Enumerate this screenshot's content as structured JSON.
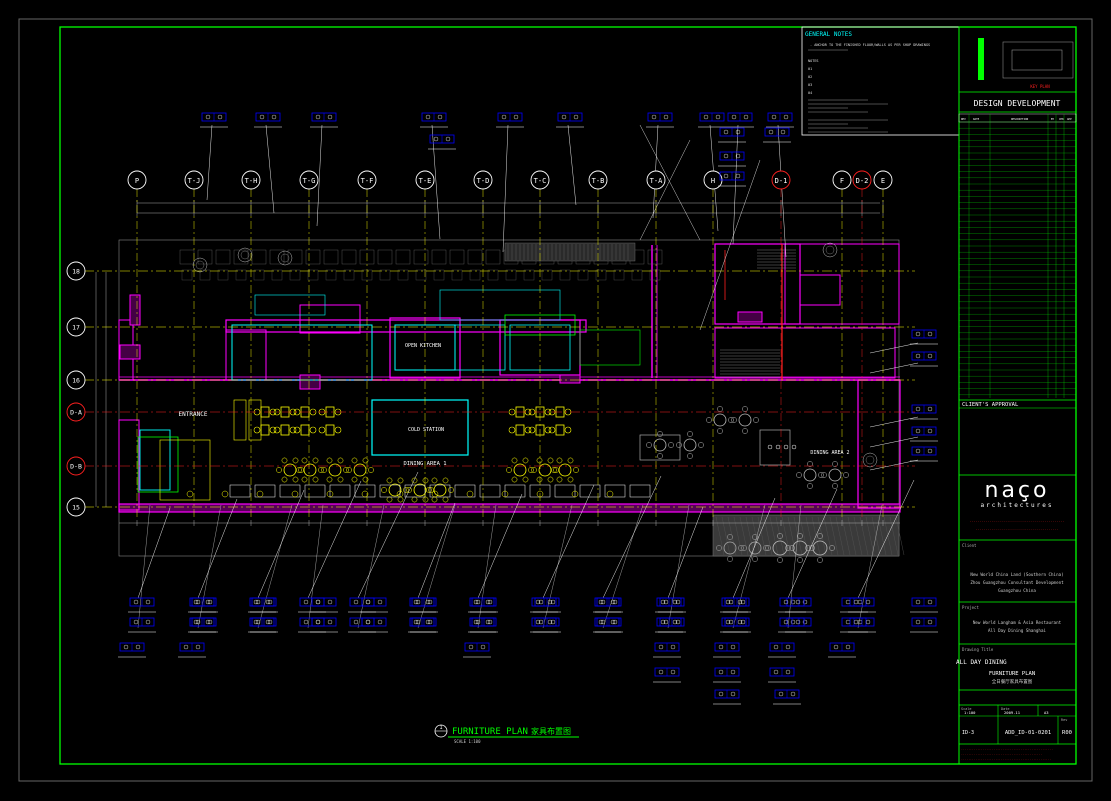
{
  "general_notes": {
    "title": "GENERAL NOTES",
    "lines": [
      "- ANCHOR TO THE FINISHED FLOOR/WALLS AS PER SHOP DRAWINGS",
      "NOTES",
      "01",
      "02",
      "03",
      "04"
    ]
  },
  "grid_columns": [
    "P",
    "T-J",
    "T-H",
    "T-G",
    "T-F",
    "T-E",
    "T-D",
    "T-C",
    "T-B",
    "T-A",
    "H",
    "D-1",
    "F",
    "D-2",
    "E"
  ],
  "grid_rows": [
    "18",
    "17",
    "16",
    "D-A",
    "D-B",
    "15"
  ],
  "room_labels": {
    "entrance": "ENTRANCE",
    "open_kitchen": "OPEN KITCHEN",
    "cold_station": "COLD STATION",
    "dining_area_1": "DINING AREA 1",
    "dining_area_2": "DINING AREA 2"
  },
  "drawing_title": {
    "number": "1",
    "title": "FURNITURE PLAN",
    "chinese": "家具布置图",
    "scale": "SCALE 1:100"
  },
  "key_plan_label": "KEY PLAN",
  "stage": "DESIGN DEVELOPMENT",
  "revision_headers": [
    "REV",
    "DATE",
    "DESCRIPTION",
    "BY",
    "CHK",
    "APP"
  ],
  "client_approval": "CLIENT'S APPROVAL",
  "firm": {
    "logo": "naço",
    "sub": "architectures"
  },
  "client": {
    "label": "Client",
    "lines": [
      "New World China Land (Southern China)",
      "Zhou Guangzhou Consultant Development",
      "Guangzhou China"
    ]
  },
  "project": {
    "label": "Project",
    "lines": [
      "New World Langham & Asia Restaurant",
      "All Day Dining Shanghai"
    ]
  },
  "drawing_name": {
    "label": "Drawing Title",
    "area": "ALL DAY DINING",
    "title": "FURNITURE PLAN",
    "chinese": "全日餐厅家具布置图"
  },
  "sheet": {
    "scale_label": "Scale",
    "scale": "1:100",
    "date_label": "Date",
    "date": "2009.11",
    "size": "A3",
    "rev_label": "Rev",
    "drawn": "ID-3",
    "drawing_no": "ADD_ID-01-0201",
    "rev": "R00"
  },
  "colors": {
    "background": "#000000",
    "frame": "#00ff00",
    "wall": "#ff00ff",
    "grid_line": "#ffff00",
    "text": "#ffffff",
    "accent_red": "#ff2020",
    "cyan": "#00ffff",
    "blue": "#0000ff"
  }
}
